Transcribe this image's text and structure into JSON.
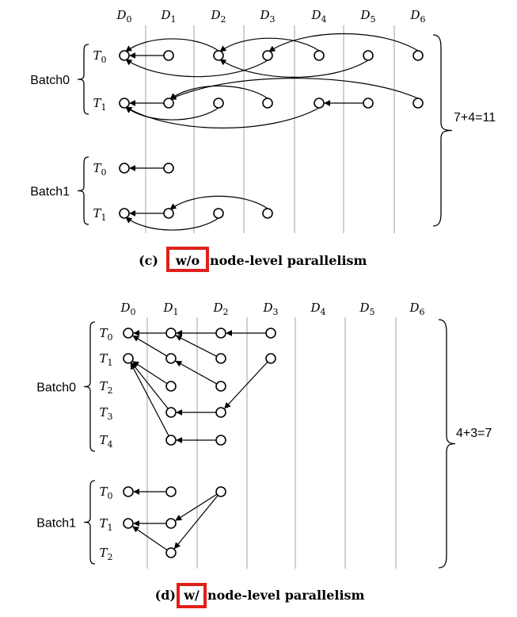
{
  "colors": {
    "grid": "#d0d0d0",
    "ink": "#000000",
    "highlight": "#e0201b",
    "background": "#ffffff"
  },
  "top": {
    "columns": [
      "D0",
      "D1",
      "D2",
      "D3",
      "D4",
      "D5",
      "D6"
    ],
    "batches": [
      {
        "label": "Batch0",
        "rows": [
          {
            "label": "T0",
            "nodes": [
              0,
              1,
              2,
              3,
              4,
              5,
              6
            ]
          },
          {
            "label": "T1",
            "nodes": [
              0,
              1,
              2,
              3,
              4,
              5,
              6
            ]
          }
        ]
      },
      {
        "label": "Batch1",
        "rows": [
          {
            "label": "T0",
            "nodes": [
              0,
              1
            ]
          },
          {
            "label": "T1",
            "nodes": [
              0,
              1,
              2,
              3
            ]
          }
        ]
      }
    ],
    "edges": [
      {
        "from": [
          0,
          0,
          1
        ],
        "to": [
          0,
          0,
          0
        ]
      },
      {
        "from": [
          0,
          0,
          2
        ],
        "to": [
          0,
          0,
          0
        ]
      },
      {
        "from": [
          0,
          0,
          3
        ],
        "to": [
          0,
          0,
          0
        ]
      },
      {
        "from": [
          0,
          0,
          4
        ],
        "to": [
          0,
          0,
          2
        ]
      },
      {
        "from": [
          0,
          0,
          5
        ],
        "to": [
          0,
          0,
          2
        ]
      },
      {
        "from": [
          0,
          0,
          6
        ],
        "to": [
          0,
          0,
          3
        ]
      },
      {
        "from": [
          0,
          1,
          1
        ],
        "to": [
          0,
          1,
          0
        ]
      },
      {
        "from": [
          0,
          1,
          2
        ],
        "to": [
          0,
          1,
          0
        ]
      },
      {
        "from": [
          0,
          1,
          3
        ],
        "to": [
          0,
          1,
          1
        ]
      },
      {
        "from": [
          0,
          1,
          4
        ],
        "to": [
          0,
          1,
          0
        ]
      },
      {
        "from": [
          0,
          1,
          5
        ],
        "to": [
          0,
          1,
          4
        ]
      },
      {
        "from": [
          0,
          1,
          6
        ],
        "to": [
          0,
          1,
          1
        ]
      },
      {
        "from": [
          1,
          0,
          1
        ],
        "to": [
          1,
          0,
          0
        ]
      },
      {
        "from": [
          1,
          1,
          1
        ],
        "to": [
          1,
          1,
          0
        ]
      },
      {
        "from": [
          1,
          1,
          2
        ],
        "to": [
          1,
          1,
          0
        ]
      },
      {
        "from": [
          1,
          1,
          3
        ],
        "to": [
          1,
          1,
          1
        ]
      }
    ],
    "total": "7+4=11",
    "caption": {
      "prefix": "(c)",
      "highlight": "w/o",
      "suffix": "node-level parallelism"
    }
  },
  "bottom": {
    "columns": [
      "D0",
      "D1",
      "D2",
      "D3",
      "D4",
      "D5",
      "D6"
    ],
    "batches": [
      {
        "label": "Batch0",
        "rows": [
          {
            "label": "T0",
            "nodes": [
              0,
              1,
              2,
              3
            ]
          },
          {
            "label": "T1",
            "nodes": [
              0,
              1,
              2,
              3
            ]
          },
          {
            "label": "T2",
            "nodes": [
              1,
              2
            ]
          },
          {
            "label": "T3",
            "nodes": [
              1,
              2
            ]
          },
          {
            "label": "T4",
            "nodes": [
              1,
              2
            ]
          }
        ]
      },
      {
        "label": "Batch1",
        "rows": [
          {
            "label": "T0",
            "nodes": [
              0,
              1,
              2
            ]
          },
          {
            "label": "T1",
            "nodes": [
              0,
              1
            ]
          },
          {
            "label": "T2",
            "nodes": [
              1
            ]
          }
        ]
      }
    ],
    "edges": [
      {
        "from": [
          0,
          0,
          1
        ],
        "to": [
          0,
          0,
          0
        ]
      },
      {
        "from": [
          0,
          0,
          2
        ],
        "to": [
          0,
          0,
          1
        ]
      },
      {
        "from": [
          0,
          0,
          3
        ],
        "to": [
          0,
          0,
          2
        ]
      },
      {
        "from": [
          0,
          1,
          1
        ],
        "to": [
          0,
          0,
          0
        ]
      },
      {
        "from": [
          0,
          1,
          2
        ],
        "to": [
          0,
          0,
          1
        ]
      },
      {
        "from": [
          0,
          2,
          1
        ],
        "to": [
          0,
          1,
          0
        ]
      },
      {
        "from": [
          0,
          2,
          2
        ],
        "to": [
          0,
          1,
          1
        ]
      },
      {
        "from": [
          0,
          3,
          1
        ],
        "to": [
          0,
          1,
          0
        ]
      },
      {
        "from": [
          0,
          3,
          2
        ],
        "to": [
          0,
          3,
          1
        ]
      },
      {
        "from": [
          0,
          1,
          3
        ],
        "to": [
          0,
          3,
          2
        ]
      },
      {
        "from": [
          0,
          4,
          1
        ],
        "to": [
          0,
          1,
          0
        ]
      },
      {
        "from": [
          0,
          4,
          2
        ],
        "to": [
          0,
          4,
          1
        ]
      },
      {
        "from": [
          1,
          0,
          1
        ],
        "to": [
          1,
          0,
          0
        ]
      },
      {
        "from": [
          1,
          0,
          2
        ],
        "to": [
          1,
          1,
          1
        ]
      },
      {
        "from": [
          1,
          0,
          2
        ],
        "to": [
          1,
          2,
          1
        ]
      },
      {
        "from": [
          1,
          1,
          1
        ],
        "to": [
          1,
          1,
          0
        ]
      },
      {
        "from": [
          1,
          2,
          1
        ],
        "to": [
          1,
          1,
          0
        ]
      }
    ],
    "total": "4+3=7",
    "caption": {
      "prefix": "(d)",
      "highlight": "w/",
      "suffix": "node-level parallelism"
    }
  }
}
